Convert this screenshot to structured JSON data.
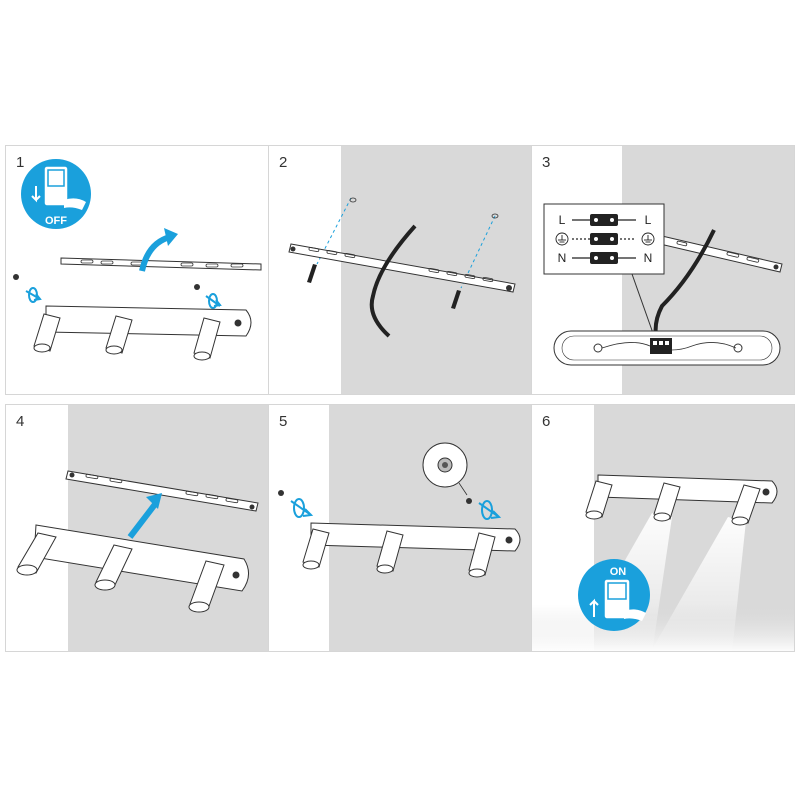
{
  "steps": [
    {
      "number": "1"
    },
    {
      "number": "2"
    },
    {
      "number": "3"
    },
    {
      "number": "4"
    },
    {
      "number": "5"
    },
    {
      "number": "6"
    }
  ],
  "switch_off_label": "OFF",
  "switch_on_label": "ON",
  "wiring": {
    "live": "L",
    "neutral": "N"
  },
  "colors": {
    "accent": "#1aa0dc",
    "wall": "#d9d9d9",
    "line": "#333333"
  }
}
